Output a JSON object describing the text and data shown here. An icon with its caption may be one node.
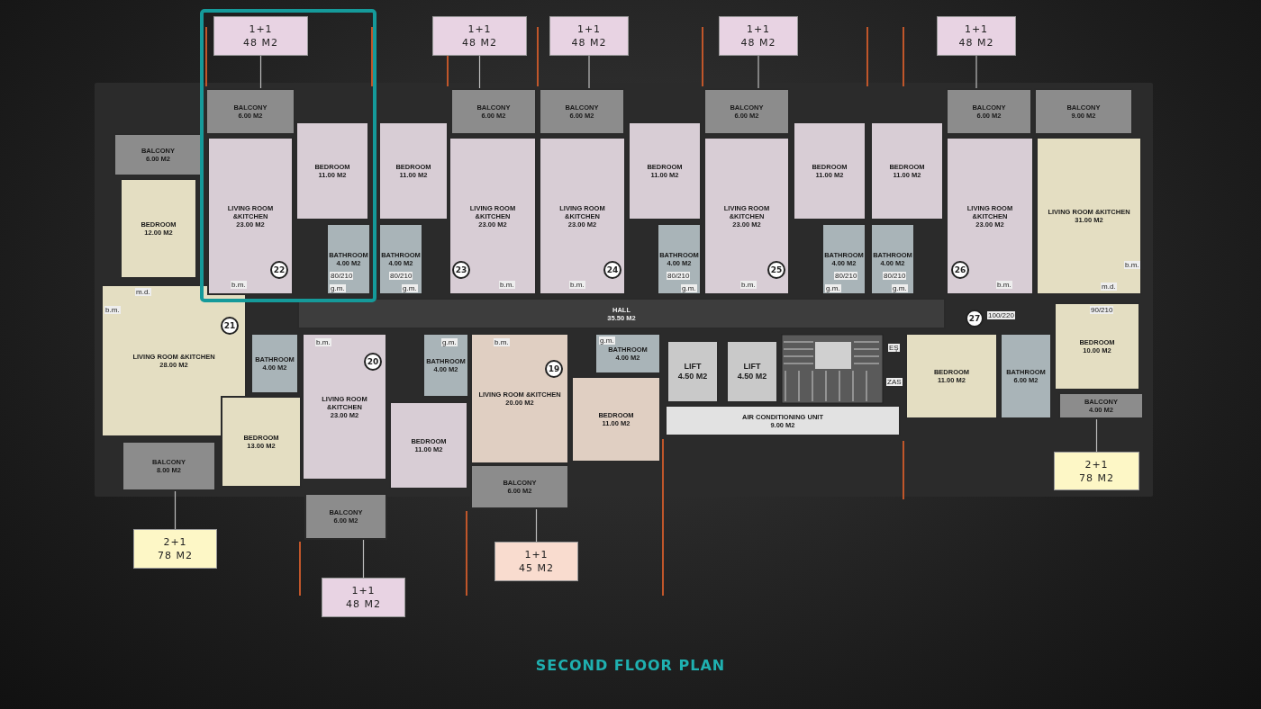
{
  "diagram": {
    "title": "SECOND FLOOR PLAN",
    "nodes": [
      {
        "text": [
          "BALCONY",
          "6.00 M2"
        ]
      },
      {
        "text": [
          "BEDROOM",
          "12.00 M2"
        ]
      },
      {
        "text": [
          "LIVING ROOM &KITCHEN",
          "28.00 M2"
        ]
      },
      {
        "text": [
          "BATHROOM",
          "4.00 M2"
        ]
      },
      {
        "text": [
          "BEDROOM",
          "13.00 M2"
        ]
      },
      {
        "text": [
          "BALCONY",
          "8.00 M2"
        ]
      },
      {
        "text": [
          "BALCONY",
          "6.00 M2"
        ]
      },
      {
        "text": [
          "LIVING ROOM &KITCHEN",
          "23.00 M2"
        ]
      },
      {
        "text": [
          "BEDROOM",
          "11.00 M2"
        ]
      },
      {
        "text": [
          "BATHROOM",
          "4.00 M2"
        ]
      },
      {
        "text": [
          "BEDROOM",
          "11.00 M2"
        ]
      },
      {
        "text": [
          "BATHROOM",
          "4.00 M2"
        ]
      },
      {
        "text": [
          "BALCONY",
          "6.00 M2"
        ]
      },
      {
        "text": [
          "LIVING ROOM &KITCHEN",
          "23.00 M2"
        ]
      },
      {
        "text": [
          "BALCONY",
          "6.00 M2"
        ]
      },
      {
        "text": [
          "LIVING ROOM &KITCHEN",
          "23.00 M2"
        ]
      },
      {
        "text": [
          "BEDROOM",
          "11.00 M2"
        ]
      },
      {
        "text": [
          "BATHROOM",
          "4.00 M2"
        ]
      },
      {
        "text": [
          "BALCONY",
          "6.00 M2"
        ]
      },
      {
        "text": [
          "LIVING ROOM &KITCHEN",
          "23.00 M2"
        ]
      },
      {
        "text": [
          "BEDROOM",
          "11.00 M2"
        ]
      },
      {
        "text": [
          "BATHROOM",
          "4.00 M2"
        ]
      },
      {
        "text": [
          "BEDROOM",
          "11.00 M2"
        ]
      },
      {
        "text": [
          "BATHROOM",
          "4.00 M2"
        ]
      },
      {
        "text": [
          "BALCONY",
          "6.00 M2"
        ]
      },
      {
        "text": [
          "LIVING ROOM &KITCHEN",
          "23.00 M2"
        ]
      },
      {
        "text": [
          "BALCONY",
          "9.00 M2"
        ]
      },
      {
        "text": [
          "LIVING ROOM &KITCHEN",
          "31.00 M2"
        ]
      },
      {
        "text": [
          "BEDROOM",
          "10.00 M2"
        ]
      },
      {
        "text": [
          "BATHROOM",
          "6.00 M2"
        ]
      },
      {
        "text": [
          "BEDROOM",
          "11.00 M2"
        ]
      },
      {
        "text": [
          "BALCONY",
          "4.00 M2"
        ]
      },
      {
        "text": [
          "HALL",
          "35.50 M2"
        ]
      },
      {
        "text": [
          "LIVING ROOM &KITCHEN",
          "23.00 M2"
        ]
      },
      {
        "text": [
          "BATHROOM",
          "4.00 M2"
        ]
      },
      {
        "text": [
          "BEDROOM",
          "11.00 M2"
        ]
      },
      {
        "text": [
          "BALCONY",
          "6.00 M2"
        ]
      },
      {
        "text": [
          "LIVING ROOM &KITCHEN",
          "20.00 M2"
        ]
      },
      {
        "text": [
          "BATHROOM",
          "4.00 M2"
        ]
      },
      {
        "text": [
          "BEDROOM",
          "11.00 M2"
        ]
      },
      {
        "text": [
          "BALCONY",
          "6.00 M2"
        ]
      },
      {
        "text": [
          "LIFT",
          "4.50 M2"
        ]
      },
      {
        "text": [
          "LIFT",
          "4.50 M2"
        ]
      },
      {
        "text": [
          "AIR CONDITIONING UNIT",
          "9.00 M2"
        ]
      },
      {
        "text": [
          "1+1",
          "48 M2"
        ]
      },
      {
        "text": [
          "1+1",
          "48 M2"
        ]
      },
      {
        "text": [
          "1+1",
          "48 M2"
        ]
      },
      {
        "text": [
          "1+1",
          "48 M2"
        ]
      },
      {
        "text": [
          "1+1",
          "48 M2"
        ]
      },
      {
        "text": [
          "2+1",
          "78 M2"
        ]
      },
      {
        "text": [
          "2+1",
          "78 M2"
        ]
      },
      {
        "text": [
          "1+1",
          "48 M2"
        ]
      },
      {
        "text": [
          "1+1",
          "45 M2"
        ]
      },
      {
        "text": [
          "22"
        ],
        "in": 7
      },
      {
        "text": [
          "23"
        ],
        "in": 13
      },
      {
        "text": [
          "24"
        ],
        "in": 15
      },
      {
        "text": [
          "25"
        ],
        "in": 19
      },
      {
        "text": [
          "26"
        ],
        "in": 25
      },
      {
        "text": [
          "27"
        ]
      },
      {
        "text": [
          "21"
        ],
        "in": 2
      },
      {
        "text": [
          "20"
        ],
        "in": 33
      },
      {
        "text": [
          "19"
        ],
        "in": 37
      }
    ],
    "edges": [
      {
        "from": 44,
        "to": 6,
        "arrow": "none"
      },
      {
        "from": 45,
        "to": 12,
        "arrow": "none"
      },
      {
        "from": 46,
        "to": 14,
        "arrow": "none"
      },
      {
        "from": 47,
        "to": 18,
        "arrow": "none"
      },
      {
        "from": 48,
        "to": 24,
        "arrow": "none"
      },
      {
        "from": 49,
        "to": 31,
        "arrow": "none"
      },
      {
        "from": 50,
        "to": 5,
        "arrow": "none"
      },
      {
        "from": 51,
        "to": 36,
        "arrow": "none"
      },
      {
        "from": 52,
        "to": 40,
        "arrow": "none"
      }
    ],
    "labels": [
      "b.m.",
      "g.m.",
      "80/210",
      "g.m.",
      "80/210",
      "b.m.",
      "b.m.",
      "g.m.",
      "80/210",
      "b.m.",
      "g.m.",
      "80/210",
      "g.m.",
      "80/210",
      "b.m.",
      "b.m.",
      "m.d.",
      "m.d.",
      "b.m.",
      "100/220",
      "90/210",
      "b.m.",
      "g.m.",
      "b.m.",
      "g.m.",
      "EŞ",
      "ZAS"
    ]
  }
}
